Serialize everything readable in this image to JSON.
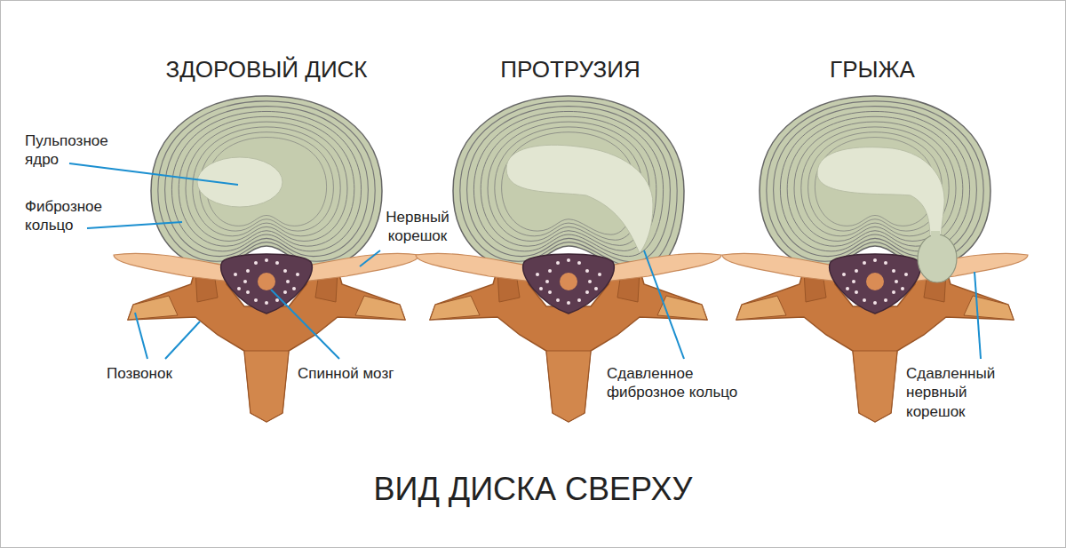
{
  "diagram": {
    "caption": "ВИД ДИСКА СВЕРХУ",
    "labels": [
      "ЗДОРОВЫЙ ДИСК",
      "ПРОТРУЗИЯ",
      "ГРЫЖА",
      "Пульпозное ядро",
      "Фиброзное кольцо",
      "Нервный корешок",
      "Позвонок",
      "Спинной мозг",
      "Сдавленное фиброзное кольцо",
      "Сдавленный нервный корешок"
    ]
  }
}
